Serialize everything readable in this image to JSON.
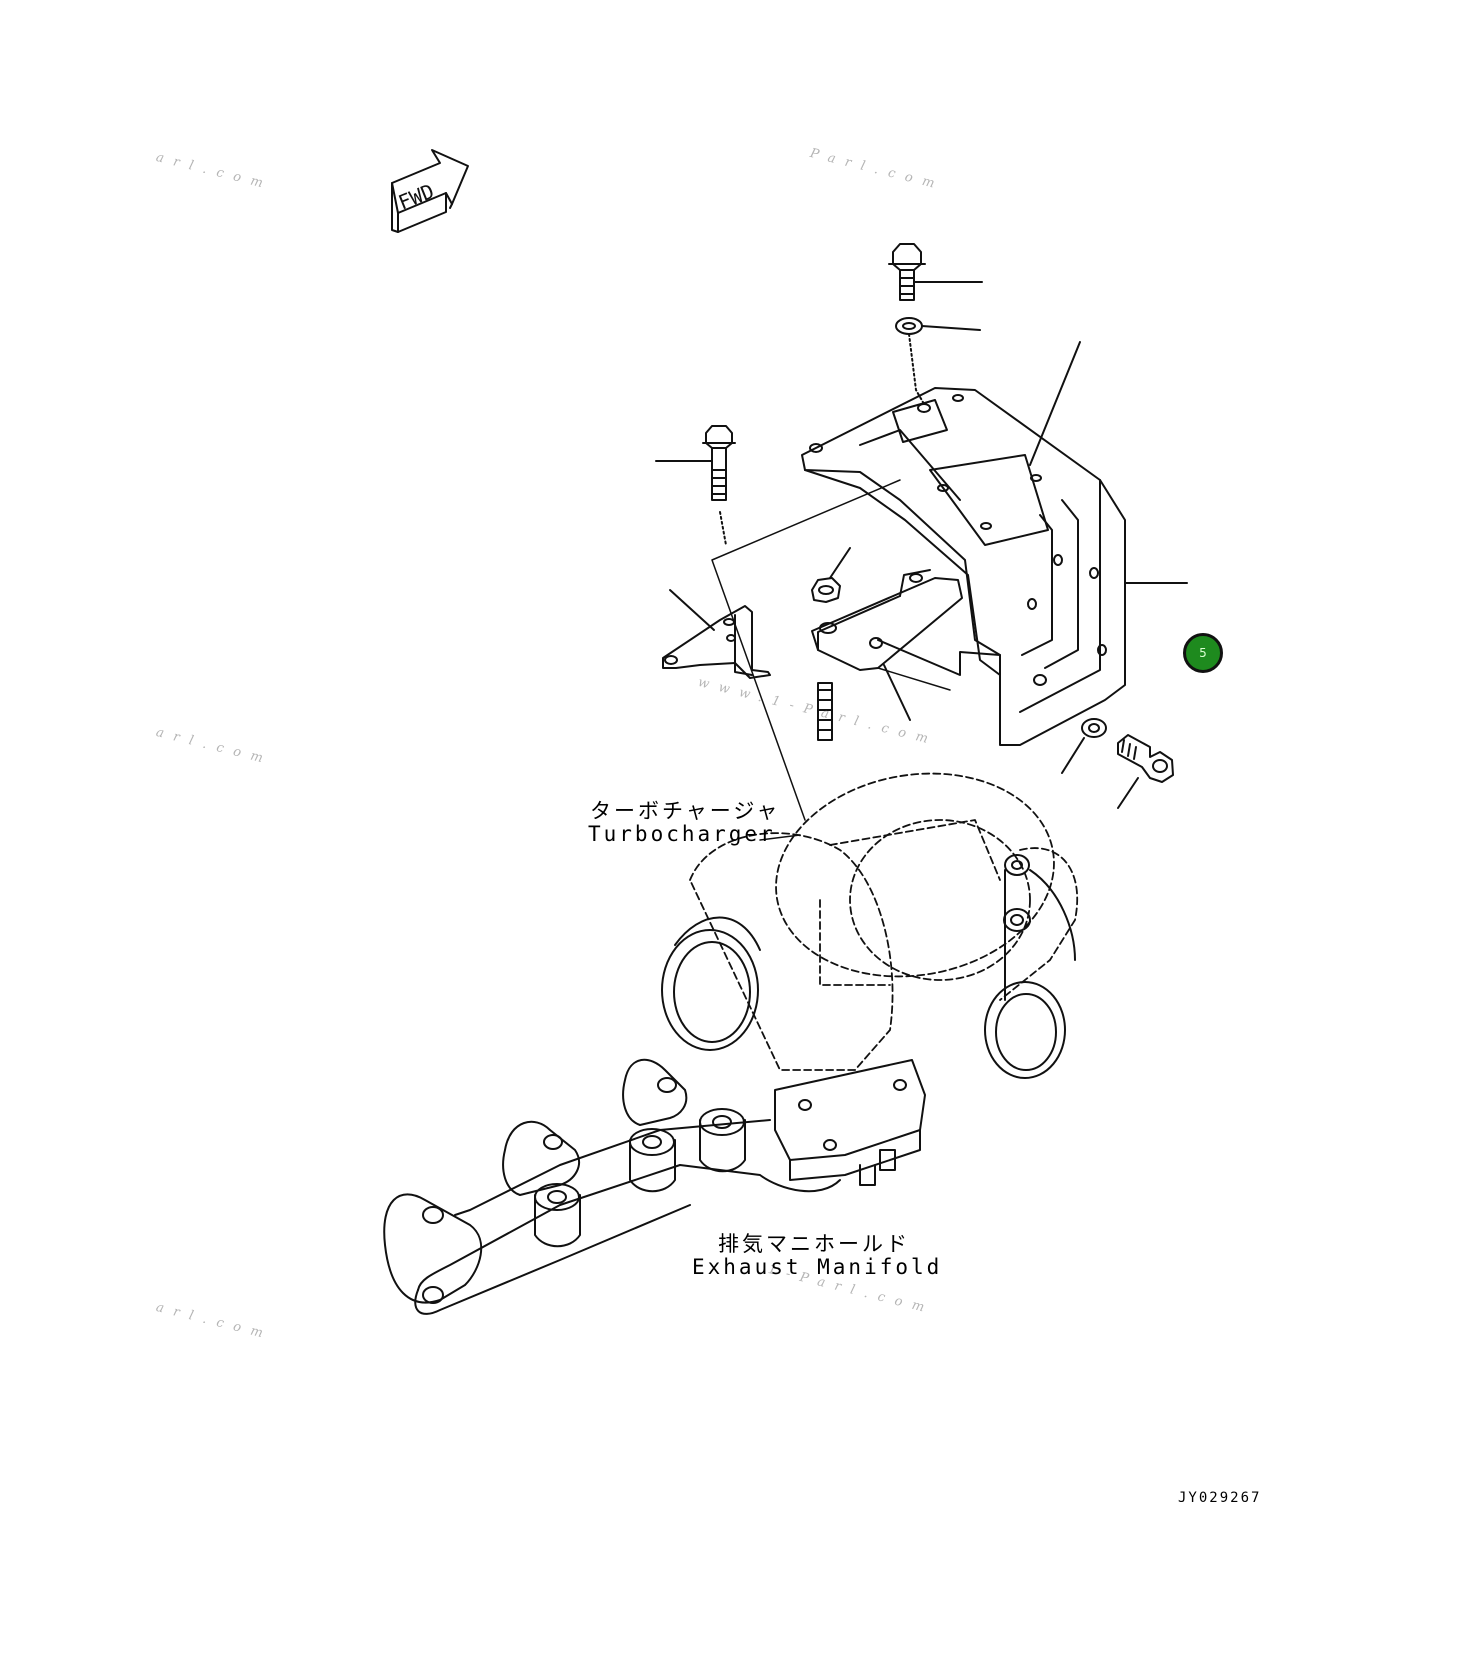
{
  "labels": {
    "fwd": "FWD",
    "turbocharger_jp": "ターボチャージャ",
    "turbocharger_en": "Turbocharger",
    "manifold_jp": "排気マニホールド",
    "manifold_en": "Exhaust Manifold",
    "drawing_id": "JY029267"
  },
  "watermarks": [
    "arl.com",
    "Parl.com",
    "arl.com",
    "www.1-Parl.com",
    "arl.com",
    "1-Parl.com"
  ],
  "callouts": [
    {
      "number": "5",
      "color": "#1e8a1e"
    }
  ],
  "colors": {
    "line": "#111111",
    "watermark": "#b5b5b5",
    "callout": "#1e8a1e"
  }
}
